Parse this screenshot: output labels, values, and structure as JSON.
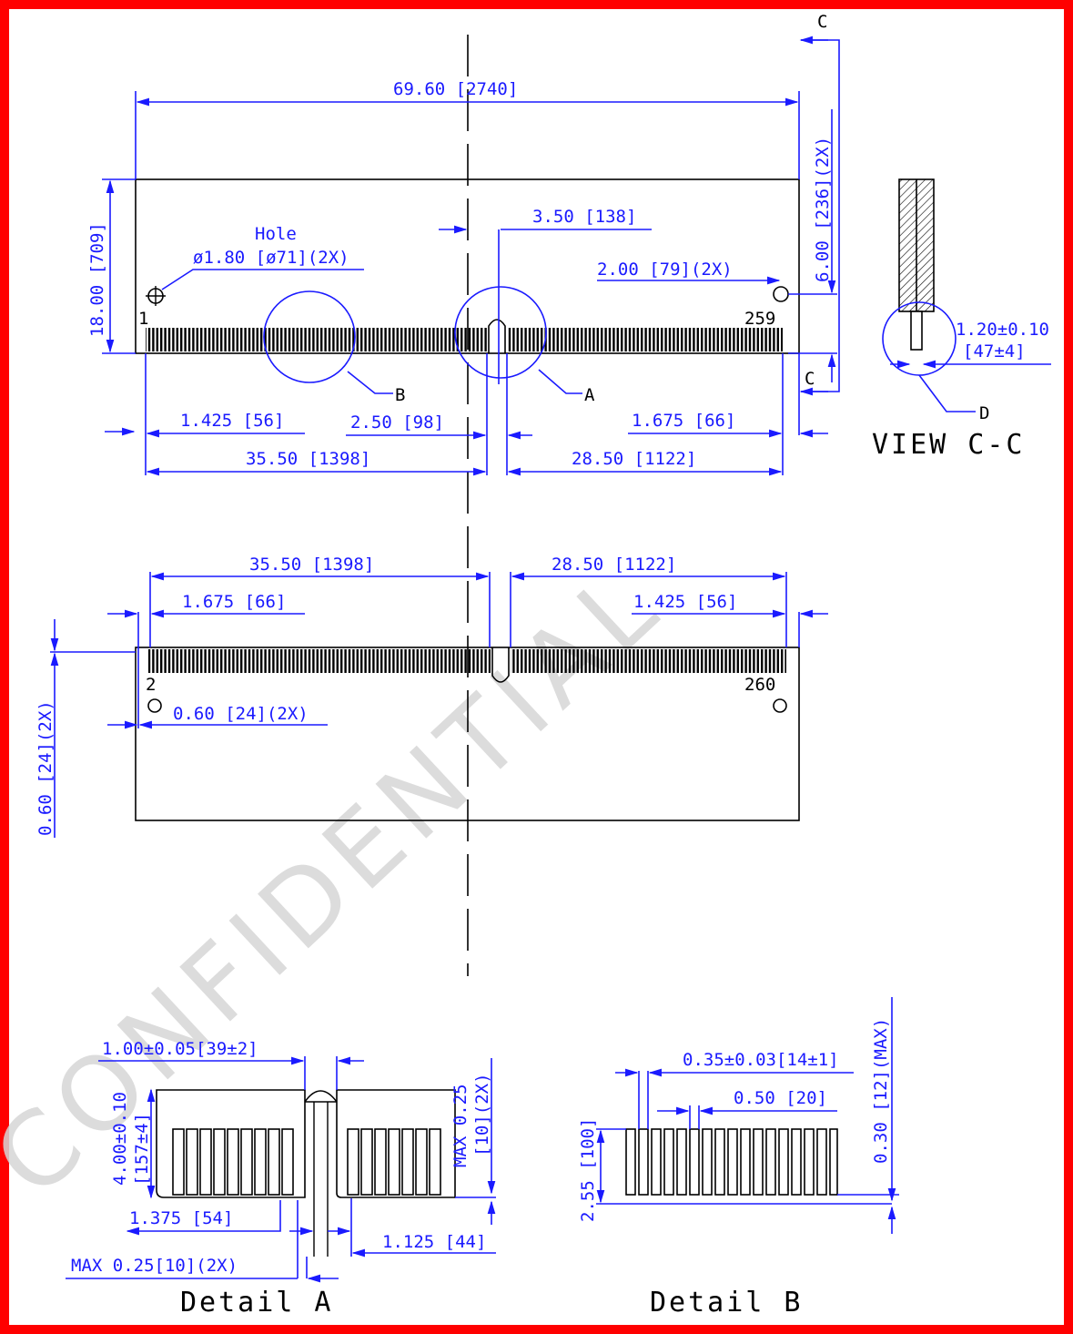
{
  "watermark": "CONFIDENTIAL",
  "colors": {
    "border": "#ff0000",
    "dimension": "#1a1aff",
    "outline": "#000000"
  },
  "front_view": {
    "overall_width": "69.60 [2740]",
    "height": "18.00 [709]",
    "hole_label": "Hole",
    "hole_dia": "ø1.80 [ø71](2X)",
    "notch_offset": "3.50 [138]",
    "right_hole": "2.00 [79](2X)",
    "right_height": "6.00 [236](2X)",
    "pin_first": "1",
    "pin_last": "259",
    "callout_a": "A",
    "callout_b": "B",
    "left_pitch": "1.425 [56]",
    "notch_width": "2.50 [98]",
    "right_pitch": "1.675 [66]",
    "left_span": "35.50 [1398]",
    "right_span": "28.50 [1122]",
    "section_mark": "C"
  },
  "view_cc": {
    "thickness": "1.20±0.10",
    "thickness_mils": "[47±4]",
    "callout_d": "D",
    "title": "VIEW C-C"
  },
  "back_view": {
    "left_span": "35.50 [1398]",
    "right_span": "28.50 [1122]",
    "left_pitch": "1.675 [66]",
    "right_pitch": "1.425 [56]",
    "pin_first": "2",
    "pin_last": "260",
    "edge_offset": "0.60 [24](2X)",
    "side_offset": "0.60 [24](2X)"
  },
  "detail_a": {
    "title": "Detail A",
    "notch_width": "1.00±0.05[39±2]",
    "pad_height": "4.00±0.10",
    "pad_height_mils": "[157±4]",
    "max_top": "MAX 0.25",
    "max_top_mils": "[10](2X)",
    "left_offset": "1.375 [54]",
    "right_offset": "1.125 [44]",
    "max_bottom": "MAX 0.25[10](2X)"
  },
  "detail_b": {
    "title": "Detail B",
    "pad_width": "0.35±0.03[14±1]",
    "pitch": "0.50 [20]",
    "height": "2.55 [100]",
    "max_height": "0.30 [12](MAX)"
  }
}
